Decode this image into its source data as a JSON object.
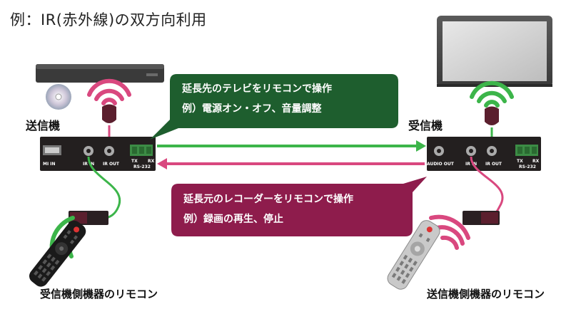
{
  "title": "例：IR(赤外線)の双方向利用",
  "sender": {
    "label": "送信機",
    "ports": {
      "hdmi": "MI IN",
      "ir_in": "IR IN",
      "ir_out": "IR OUT",
      "tx": "TX",
      "rx": "RX",
      "rs232": "RS-232"
    }
  },
  "receiver": {
    "label": "受信機",
    "ports": {
      "audio": "AUDIO OUT",
      "ir_in": "IR IN",
      "ir_out": "IR OUT",
      "tx": "TX",
      "rx": "RX",
      "rs232": "RS-232"
    }
  },
  "bubble_top": {
    "line1": "延長先のテレビをリモコンで操作",
    "line2": "例）電源オン・オフ、音量調整",
    "color": "#1e5e2e"
  },
  "bubble_bottom": {
    "line1": "延長元のレコーダーをリモコンで操作",
    "line2": "例）録画の再生、停止",
    "color": "#8e1c4c"
  },
  "caption_left": "受信機側機器のリモコン",
  "caption_right": "送信機側機器のリモコン",
  "colors": {
    "green": "#3cb54a",
    "pink": "#d9487f",
    "device": "#231f1f"
  }
}
